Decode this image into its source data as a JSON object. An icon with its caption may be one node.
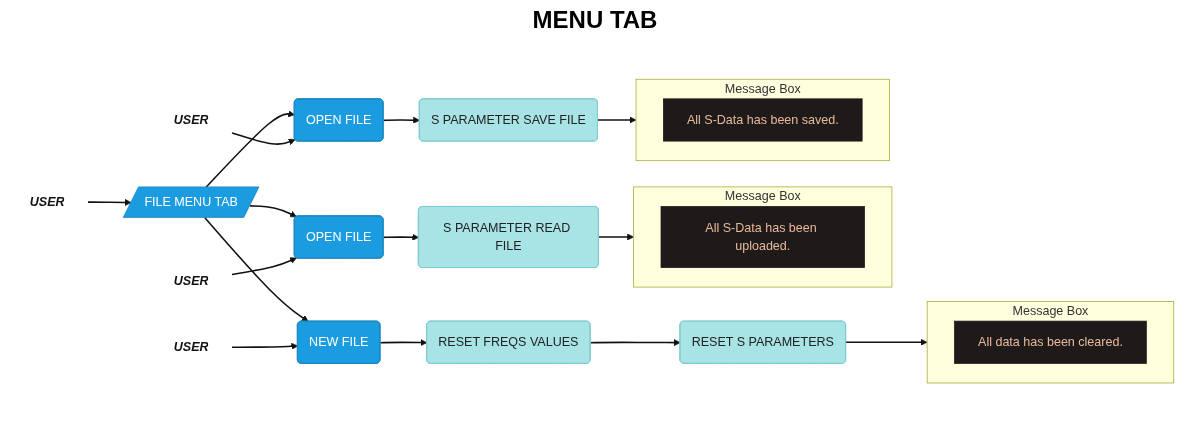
{
  "diagram": {
    "title": "MENU TAB",
    "nodes": [
      {
        "text": [
          "USER"
        ]
      },
      {
        "text": [
          "FILE MENU TAB"
        ]
      },
      {
        "text": [
          "USER"
        ]
      },
      {
        "text": [
          "NEW FILE"
        ]
      },
      {
        "text": [
          "RESET FREQS VALUES"
        ]
      },
      {
        "text": [
          "RESET S PARAMETERS"
        ]
      },
      {
        "text": [
          "Message Box"
        ]
      },
      {
        "text": [
          "All data has been cleared."
        ],
        "in": 6
      },
      {
        "text": [
          "USER"
        ]
      },
      {
        "text": [
          "OPEN FILE"
        ]
      },
      {
        "text": [
          "S PARAMETER READ FILE"
        ]
      },
      {
        "text": [
          "Message Box"
        ]
      },
      {
        "text": [
          "All S-Data has been uploaded."
        ],
        "in": 11
      },
      {
        "text": [
          "USER"
        ]
      },
      {
        "text": [
          "OPEN FILE"
        ]
      },
      {
        "text": [
          "S PARAMETER SAVE FILE"
        ]
      },
      {
        "text": [
          "Message Box"
        ]
      },
      {
        "text": [
          "All S-Data has been saved."
        ],
        "in": 16
      }
    ],
    "edges": [
      {
        "from": 0,
        "to": 1,
        "arrow": "to"
      },
      {
        "from": 1,
        "to": 3,
        "arrow": "to"
      },
      {
        "from": 1,
        "to": 9,
        "arrow": "to"
      },
      {
        "from": 1,
        "to": 14,
        "arrow": "to"
      },
      {
        "from": 2,
        "to": 3,
        "arrow": "to"
      },
      {
        "from": 3,
        "to": 4,
        "arrow": "to"
      },
      {
        "from": 4,
        "to": 5,
        "arrow": "to"
      },
      {
        "from": 5,
        "to": 6,
        "arrow": "to"
      },
      {
        "from": 8,
        "to": 9,
        "arrow": "to"
      },
      {
        "from": 9,
        "to": 10,
        "arrow": "to"
      },
      {
        "from": 10,
        "to": 11,
        "arrow": "to"
      },
      {
        "from": 13,
        "to": 14,
        "arrow": "to"
      },
      {
        "from": 14,
        "to": 15,
        "arrow": "to"
      },
      {
        "from": 15,
        "to": 16,
        "arrow": "to"
      }
    ]
  }
}
